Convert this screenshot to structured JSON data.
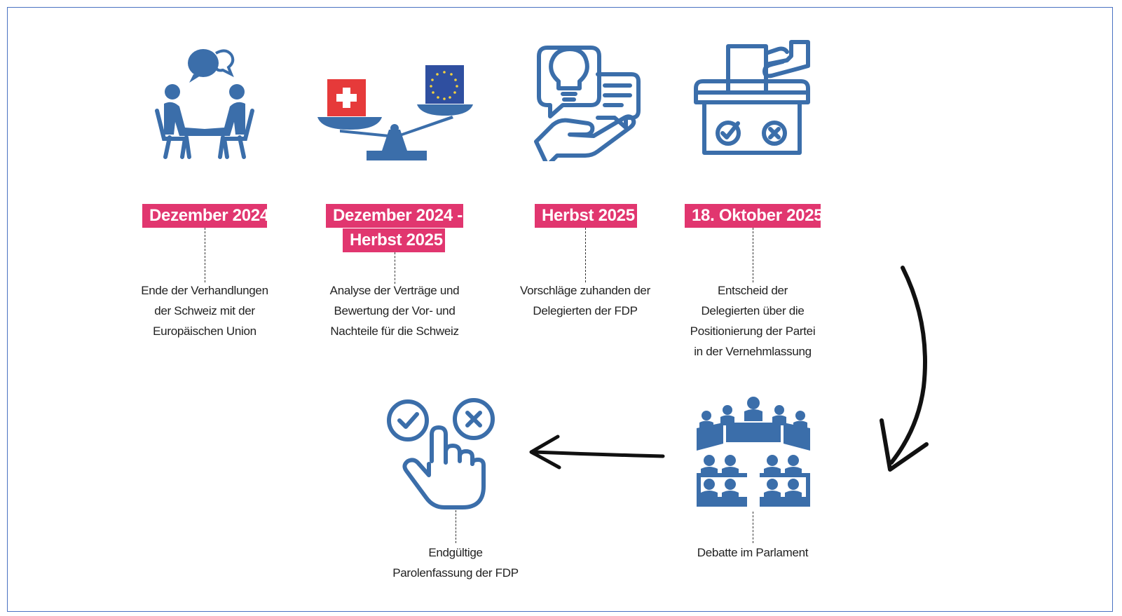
{
  "colors": {
    "accent": "#e1366f",
    "icon": "#3b6eaa",
    "frame": "#4a72c2"
  },
  "steps": [
    {
      "date": "Dezember 2024",
      "text": "Ende der Verhandlungen\nder Schweiz mit der\nEuropäischen Union",
      "icon": "conversation-icon"
    },
    {
      "date": "Dezember 2024 -",
      "date2": "Herbst 2025",
      "text": "Analyse der Verträge und\nBewertung der Vor- und\nNachteile für die Schweiz",
      "icon": "balance-scale-icon"
    },
    {
      "date": "Herbst 2025",
      "text": "Vorschläge zuhanden der\nDelegierten der FDP",
      "icon": "idea-proposal-icon"
    },
    {
      "date": "18. Oktober 2025",
      "text": "Entscheid der\nDelegierten über die\nPositionierung der Partei\nin der Vernehmlassung",
      "icon": "ballot-box-icon"
    },
    {
      "text": "Debatte im Parlament",
      "icon": "parliament-icon"
    },
    {
      "text": "Endgültige\nParolenfassung der FDP",
      "icon": "vote-choice-icon"
    }
  ]
}
